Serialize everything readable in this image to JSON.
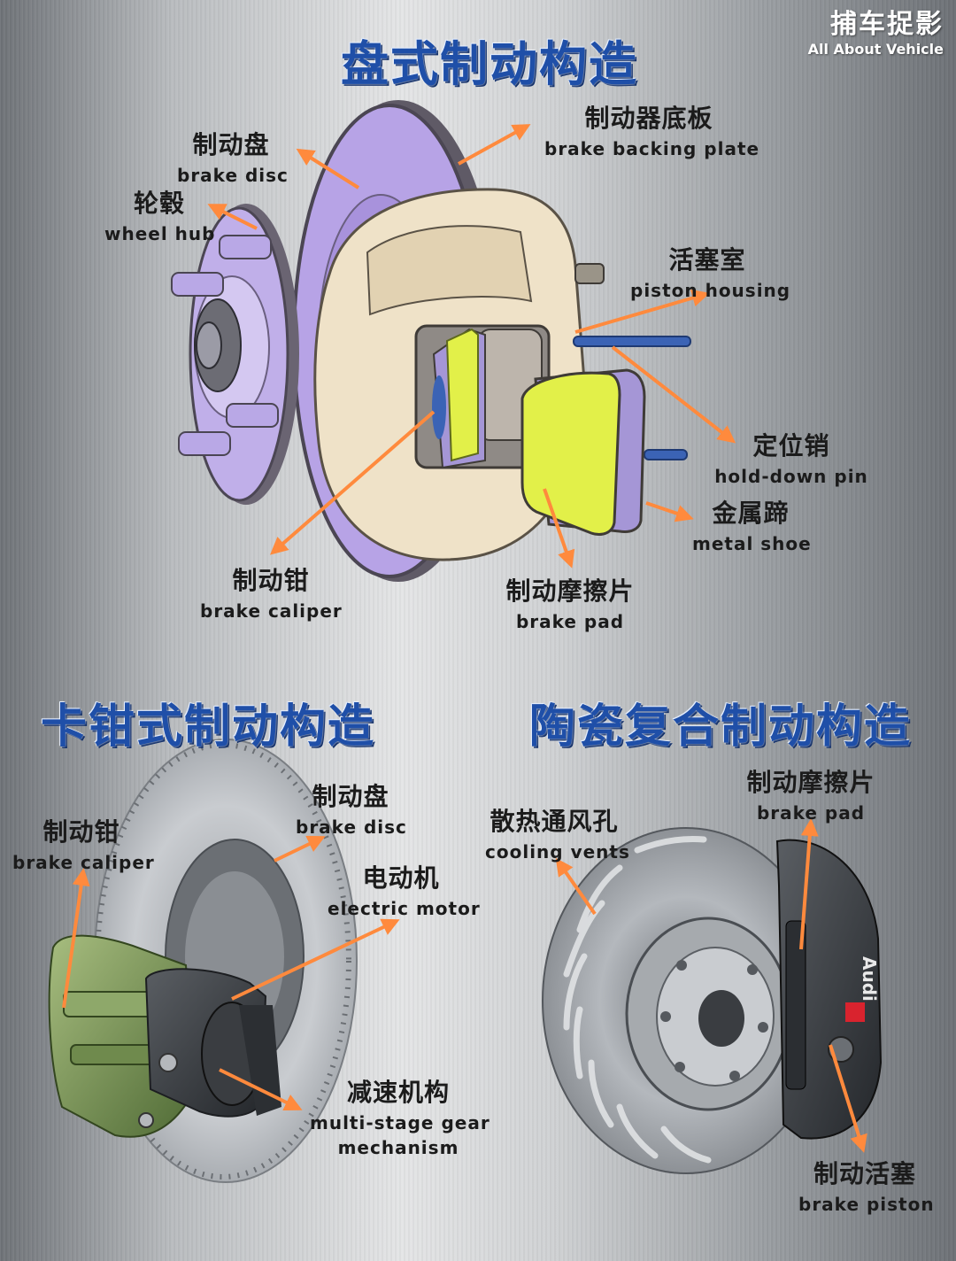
{
  "brand": {
    "name_zh": "捕车捉影",
    "name_en": "All About Vehicle"
  },
  "sections": {
    "disc": {
      "title": "盘式制动构造"
    },
    "caliper": {
      "title": "卡钳式制动构造"
    },
    "ceramic": {
      "title": "陶瓷复合制动构造"
    }
  },
  "labels": {
    "disc": {
      "brake_disc": {
        "zh": "制动盘",
        "en": "brake disc"
      },
      "wheel_hub": {
        "zh": "轮毂",
        "en": "wheel hub"
      },
      "backing_plate": {
        "zh": "制动器底板",
        "en": "brake backing plate"
      },
      "piston_housing": {
        "zh": "活塞室",
        "en": "piston housing"
      },
      "hold_down_pin": {
        "zh": "定位销",
        "en": "hold-down pin"
      },
      "metal_shoe": {
        "zh": "金属蹄",
        "en": "metal shoe"
      },
      "brake_caliper": {
        "zh": "制动钳",
        "en": "brake caliper"
      },
      "brake_pad": {
        "zh": "制动摩擦片",
        "en": "brake pad"
      }
    },
    "caliper": {
      "brake_caliper": {
        "zh": "制动钳",
        "en": "brake caliper"
      },
      "brake_disc": {
        "zh": "制动盘",
        "en": "brake disc"
      },
      "electric_motor": {
        "zh": "电动机",
        "en": "electric motor"
      },
      "gear": {
        "zh": "减速机构",
        "en": "multi-stage gear",
        "en2": "mechanism"
      }
    },
    "ceramic": {
      "cooling_vents": {
        "zh": "散热通风孔",
        "en": "cooling vents"
      },
      "brake_pad": {
        "zh": "制动摩擦片",
        "en": "brake pad"
      },
      "brake_piston": {
        "zh": "制动活塞",
        "en": "brake piston"
      },
      "audi_badge": "Audi"
    }
  },
  "colors": {
    "title_blue": "#1f4fa8",
    "arrow_orange": "#ff8a3d",
    "disc_purple": "#b7a3e6",
    "caliper_cream": "#efe2c8",
    "pad_yellow": "#e2f049",
    "pin_blue": "#3b63b5",
    "caliper_green": "#7d9a56",
    "ceramic_red": "#d9232e"
  }
}
